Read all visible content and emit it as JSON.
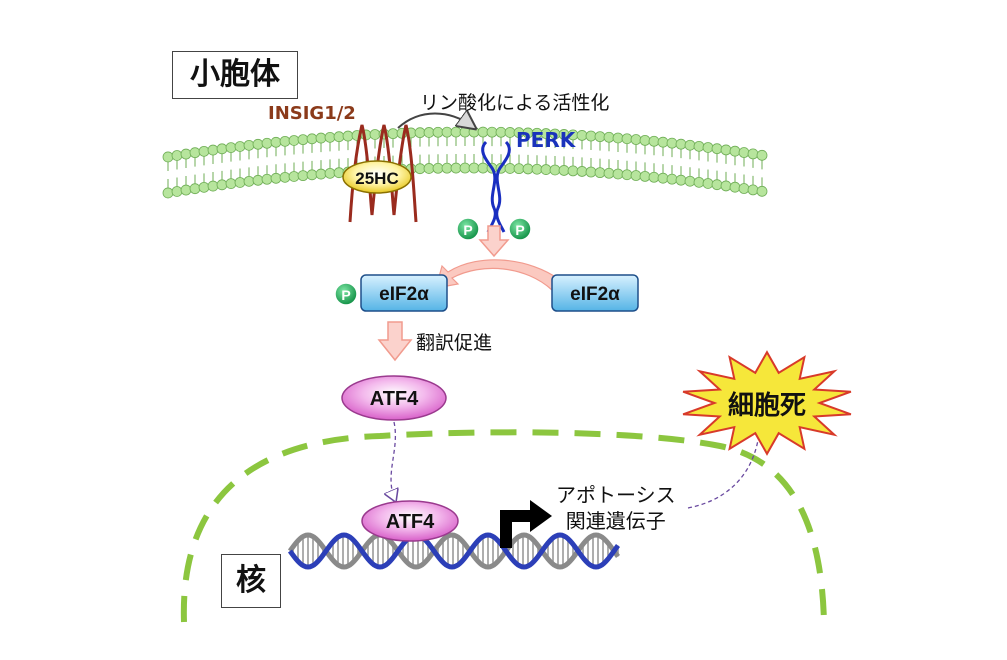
{
  "labels": {
    "er": "小胞体",
    "nucleus": "核",
    "insig": "INSIG1/2",
    "hc25": "25HC",
    "phospho_activation": "リン酸化による活性化",
    "perk": "PERK",
    "eif2a_phos": "eIF2α",
    "eif2a": "eIF2α",
    "translation": "翻訳促進",
    "atf4_top": "ATF4",
    "atf4_bottom": "ATF4",
    "apoptosis_line1": "アポトーシス",
    "apoptosis_line2": "関連遺伝子",
    "cell_death": "細胞死",
    "p": "P"
  },
  "colors": {
    "membrane": "#b7e59d",
    "membrane_dark": "#6fae56",
    "insig": "#9a2b1e",
    "perk": "#1a2fc0",
    "phospho": "#1da85a",
    "eif2a_box": "#7cc8ee",
    "atf4": "#e58ad6",
    "nucleus_dash": "#8cc63f",
    "arrow_pink": "#f8a8a0",
    "starburst": "#f6e73a",
    "starburst_edge": "#d83a2a"
  }
}
